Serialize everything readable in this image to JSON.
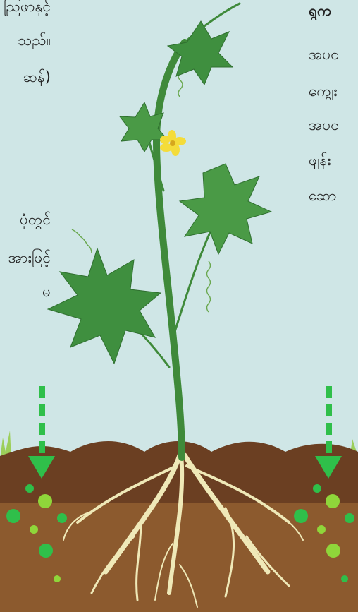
{
  "left_text": {
    "block1": [
      "ညြဖာနှင့်",
      "သည်။",
      "ဆန်)"
    ],
    "block2": [
      "ပုံတွင်",
      "အားဖြင့်",
      "မ"
    ]
  },
  "right_text": {
    "heading": "ရွက",
    "lines": [
      "အပင",
      "ကျွေး",
      "အပင",
      "ဖျန်း",
      "ဆော"
    ]
  },
  "colors": {
    "background": "#cfe6e6",
    "soil_top": "#6b3f22",
    "soil_bottom": "#8c5a2e",
    "stem": "#3f8a3a",
    "leaf": "#3f8f3f",
    "root": "#efe9b8",
    "flower": "#f4dc3a",
    "fertilizer_arrow": "#2fbf4a",
    "fertilizer_dots": "#8fd63a"
  },
  "icons": {
    "fertilizer_arrow_left": "down-dashed-arrow-icon",
    "fertilizer_arrow_right": "down-dashed-arrow-icon"
  }
}
